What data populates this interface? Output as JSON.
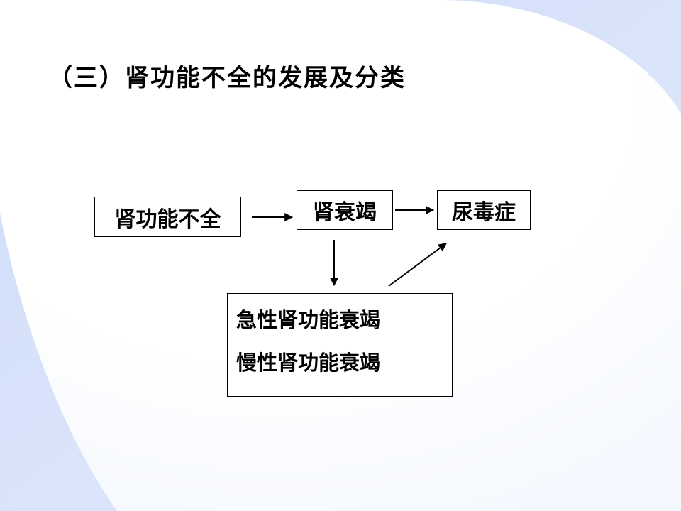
{
  "slide": {
    "title": "（三）肾功能不全的发展及分类"
  },
  "diagram": {
    "renal_insufficiency": "肾功能不全",
    "renal_failure": "肾衰竭",
    "uremia": "尿毒症",
    "types": [
      "急性肾功能衰竭",
      "慢性肾功能衰竭"
    ]
  },
  "colors": {
    "background_light": "#ffffff",
    "background_blue": "#d7e4fb",
    "text": "#000000",
    "box_border": "#000000"
  }
}
